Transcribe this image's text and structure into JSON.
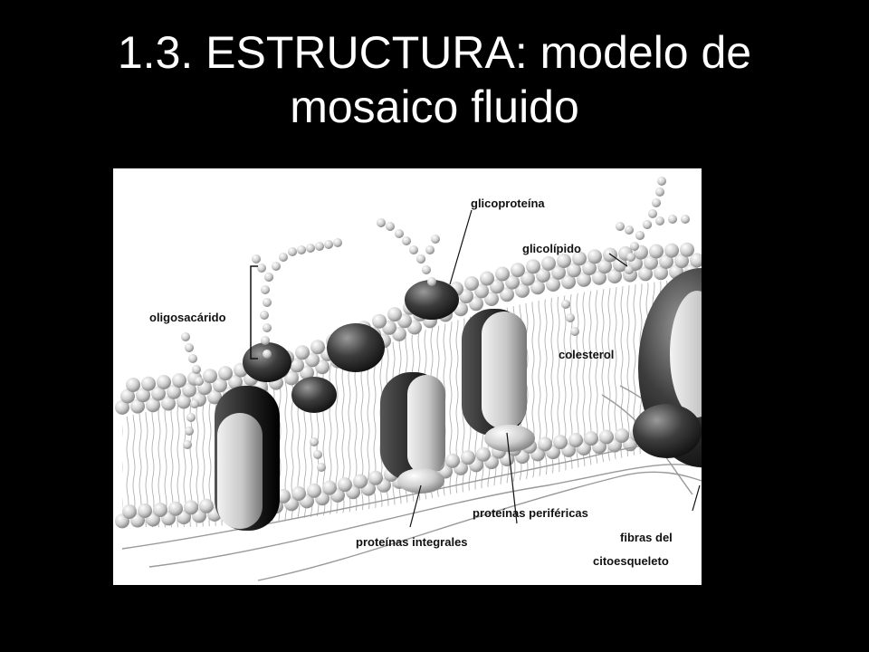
{
  "slide": {
    "title_line1": "1.3. ESTRUCTURA: modelo de",
    "title_line2": "mosaico fluido"
  },
  "diagram": {
    "labels": {
      "glicoproteina": "glicoproteína",
      "glicolipido": "glicolípido",
      "oligosacarido": "oligosacárido",
      "colesterol": "colesterol",
      "proteinas_perifericas": "proteínas periféricas",
      "proteinas_integrales": "proteínas integrales",
      "fibras_line1": "fibras del",
      "fibras_line2": "citoesqueleto"
    }
  }
}
